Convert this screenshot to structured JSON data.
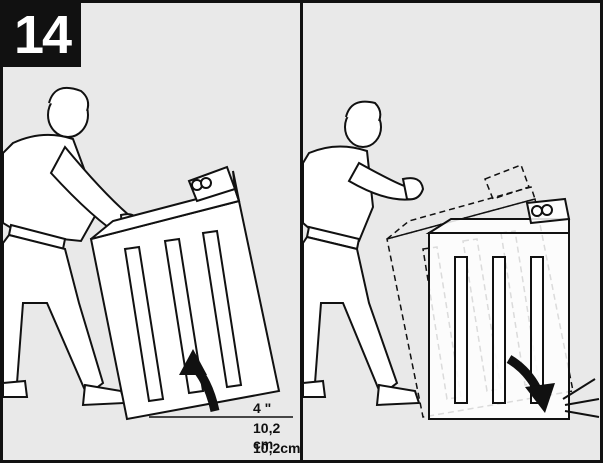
{
  "step": {
    "number": "14"
  },
  "measurement": {
    "inches": "4 \"",
    "cm_a": "10,2 cm",
    "cm_b": "10,2cm"
  },
  "colors": {
    "panel_bg": "#e9e9e9",
    "line": "#111111",
    "badge_bg": "#111111",
    "badge_text": "#ffffff"
  },
  "icons": {
    "tilt_up": "curved-arrow-up-icon",
    "lower_down": "curved-arrow-down-icon"
  }
}
